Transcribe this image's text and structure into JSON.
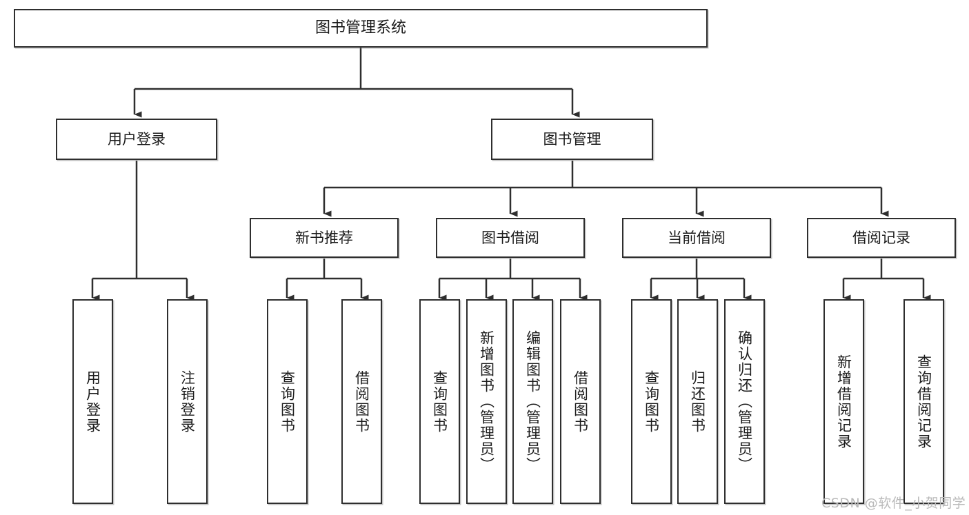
{
  "diagram": {
    "title": "图书管理系统",
    "type": "tree-hierarchy",
    "orientation": "top-down",
    "colors": {
      "box_border": "#2e2e2e",
      "box_fill": "#ffffff",
      "connector": "#2e2e2e",
      "text": "#1b1b1b",
      "watermark": "#b9b9b9",
      "background": "#ffffff"
    },
    "nodes": {
      "root": {
        "label": "图书管理系统"
      },
      "level1": [
        {
          "label": "用户登录"
        },
        {
          "label": "图书管理"
        }
      ],
      "level2": [
        {
          "label": "新书推荐"
        },
        {
          "label": "图书借阅"
        },
        {
          "label": "当前借阅"
        },
        {
          "label": "借阅记录"
        }
      ],
      "leaves_user_login": [
        {
          "label": "用户登录"
        },
        {
          "label": "注销登录"
        }
      ],
      "leaves_new_books": [
        {
          "label": "查询图书"
        },
        {
          "label": "借阅图书"
        }
      ],
      "leaves_borrow": [
        {
          "label": "查询图书"
        },
        {
          "label": "新增图书（管理员）"
        },
        {
          "label": "编辑图书（管理员）"
        },
        {
          "label": "借阅图书"
        }
      ],
      "leaves_current": [
        {
          "label": "查询图书"
        },
        {
          "label": "归还图书"
        },
        {
          "label": "确认归还（管理员）"
        }
      ],
      "leaves_records": [
        {
          "label": "新增借阅记录"
        },
        {
          "label": "查询借阅记录"
        }
      ]
    },
    "watermark": "CSDN @软件_小贺同学"
  }
}
